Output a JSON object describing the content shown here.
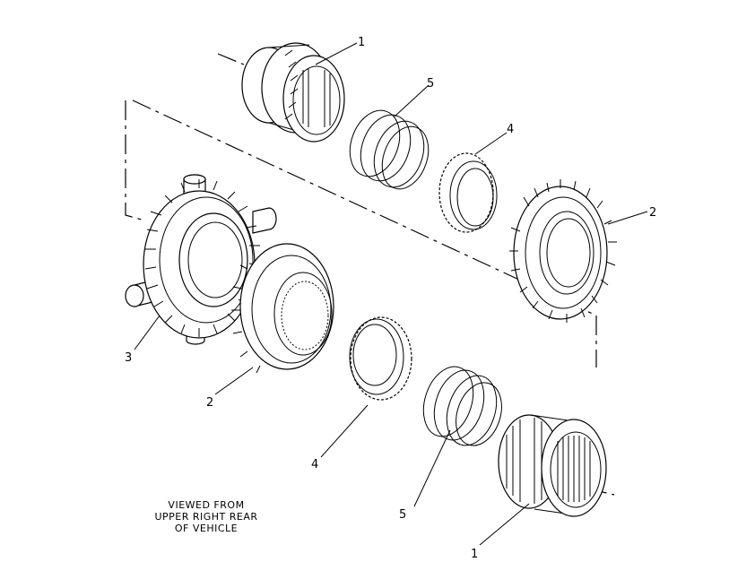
{
  "diagram": {
    "callouts": [
      "1",
      "5",
      "4",
      "2",
      "3",
      "2",
      "4",
      "5",
      "1"
    ],
    "caption": [
      "VIEWED FROM",
      "UPPER RIGHT REAR",
      "OF VEHICLE"
    ]
  }
}
